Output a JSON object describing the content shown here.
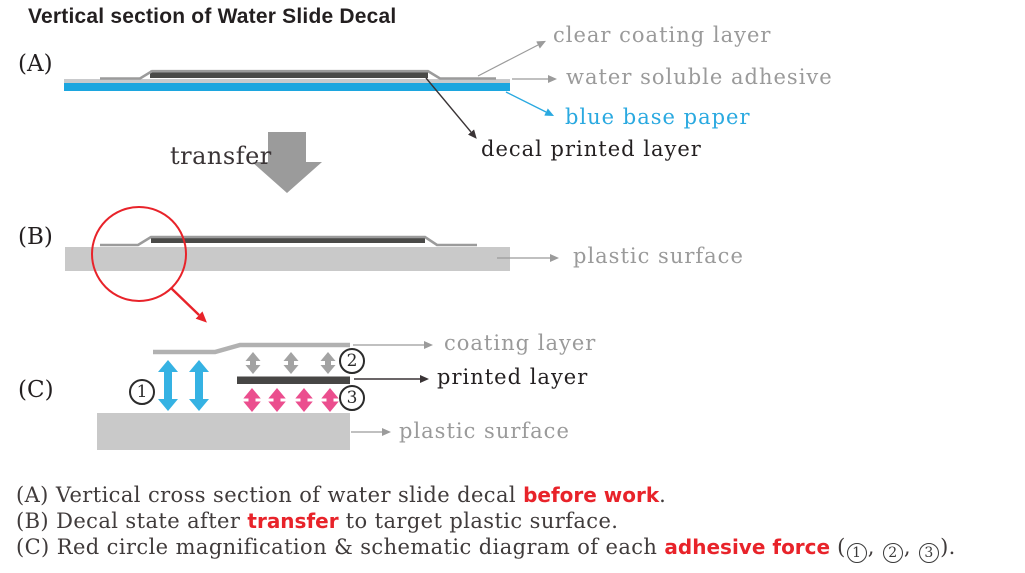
{
  "title": "Vertical section of Water Slide Decal",
  "sections": {
    "a": {
      "label": "(A)"
    },
    "b": {
      "label": "(B)"
    },
    "c": {
      "label": "(C)"
    }
  },
  "transfer": {
    "label": "transfer"
  },
  "layer_labels": {
    "clear_coating": "clear coating layer",
    "water_soluble_adhesive": "water soluble adhesive",
    "blue_base_paper": "blue base paper",
    "decal_printed": "decal printed layer",
    "plastic_surface_b": "plastic surface",
    "coating": "coating layer",
    "printed": "printed layer",
    "plastic_surface_c": "plastic surface"
  },
  "forces": {
    "f1": "1",
    "f2": "2",
    "f3": "3"
  },
  "captions": {
    "a": {
      "prefix": "(A) Vertical cross section of water slide decal ",
      "highlight": "before work",
      "suffix": "."
    },
    "b": {
      "prefix": "(B) Decal state after ",
      "highlight": "transfer",
      "suffix": " to target plastic surface."
    },
    "c": {
      "prefix": "(C) Red circle magnification & schematic diagram of each ",
      "highlight": "adhesive force",
      "open": " (",
      "sep1": ", ",
      "sep2": ", ",
      "close": ")."
    }
  },
  "colors": {
    "blue_base": "#1CA6DF",
    "blue_arrow": "#35B2E3",
    "red": "#E8232A",
    "pink": "#EB4E8E",
    "gray_arrow": "#A3A3A3",
    "plastic_gray": "#C9C9C9",
    "printed_dark": "#4A4A48",
    "coating_gray": "#9B9B9B",
    "label_gray": "#9A9A9A"
  }
}
